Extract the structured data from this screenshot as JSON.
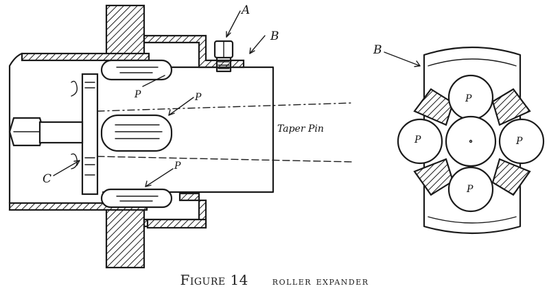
{
  "labels": {
    "a": "A",
    "b_left": "B",
    "b_right": "B",
    "c": "C",
    "p": "P",
    "taper_pin": "Taper Pin"
  },
  "caption": {
    "figure": "Figure 14",
    "title": "roller expander"
  }
}
